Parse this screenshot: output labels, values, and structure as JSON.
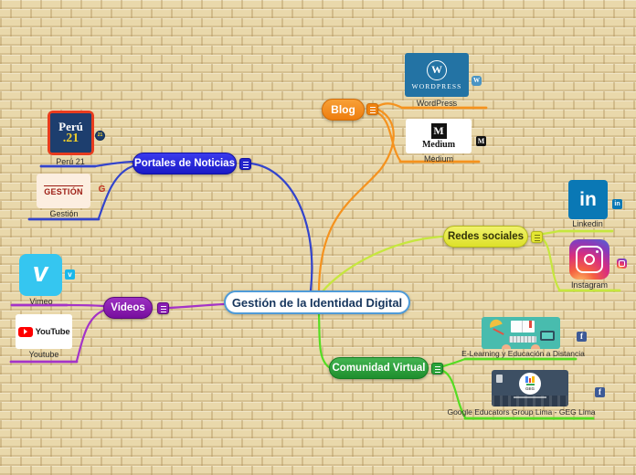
{
  "title": "Gestión de la Identidad Digital",
  "branches": {
    "blog": {
      "label": "Blog",
      "children": {
        "wordpress": {
          "label": "WordPress"
        },
        "medium": {
          "label": "Medium"
        }
      }
    },
    "portales": {
      "label": "Portales de Noticias",
      "children": {
        "peru21": {
          "label": "Perú 21"
        },
        "gestion": {
          "label": "Gestión"
        }
      }
    },
    "redes": {
      "label": "Redes sociales",
      "children": {
        "linkedin": {
          "label": "Linkedin"
        },
        "instagram": {
          "label": "Instagram"
        }
      }
    },
    "videos": {
      "label": "Videos",
      "children": {
        "vimeo": {
          "label": "Vimeo"
        },
        "youtube": {
          "label": "Youtube"
        }
      }
    },
    "comunidad": {
      "label": "Comunidad Virtual",
      "children": {
        "elearning": {
          "label": "E-Learning y Educación a Distancia"
        },
        "geg": {
          "label": "Google Educators Group Lima - GEG Lima"
        }
      }
    }
  },
  "logos": {
    "wordpress": {
      "glyph": "W",
      "text": "WORDPRESS",
      "badge": "W"
    },
    "medium": {
      "glyph": "M",
      "text": "Medium",
      "badge": "M"
    },
    "peru21": {
      "line1": "Perú",
      "line2": ".21",
      "badge": "21"
    },
    "gestion": {
      "text": "GESTIÓN",
      "badge": "G"
    },
    "vimeo": {
      "glyph": "v",
      "badge": "v"
    },
    "youtube": {
      "text": "YouTube"
    },
    "linkedin": {
      "glyph": "in",
      "badge": "in"
    },
    "geg": {
      "text": "GEG"
    },
    "facebook_badge": "f"
  },
  "colors": {
    "background": "#e9d8ab",
    "center_border": "#4f9bd8",
    "center_text": "#17365d",
    "blog_orange": "#ee7d0e",
    "portales_blue": "#2323cc",
    "redes_yellow": "#e4e632",
    "videos_purple": "#8a1cb2",
    "comunidad_green": "#2aa23a",
    "line_blue": "#3344cc",
    "line_orange": "#f5921e",
    "line_yellowgreen": "#c6e73e",
    "line_purple": "#a433c8",
    "line_green": "#55dd22",
    "wordpress_blue": "#2373a4",
    "medium_black": "#121212",
    "peru_red": "#e83c1e",
    "peru_navy": "#1d3e6e",
    "gestion_red": "#9c1b12",
    "vimeo_cyan": "#35c6f0",
    "youtube_red": "#ff0000",
    "linkedin_blue": "#0a78b5",
    "facebook_blue": "#3d5a96"
  }
}
